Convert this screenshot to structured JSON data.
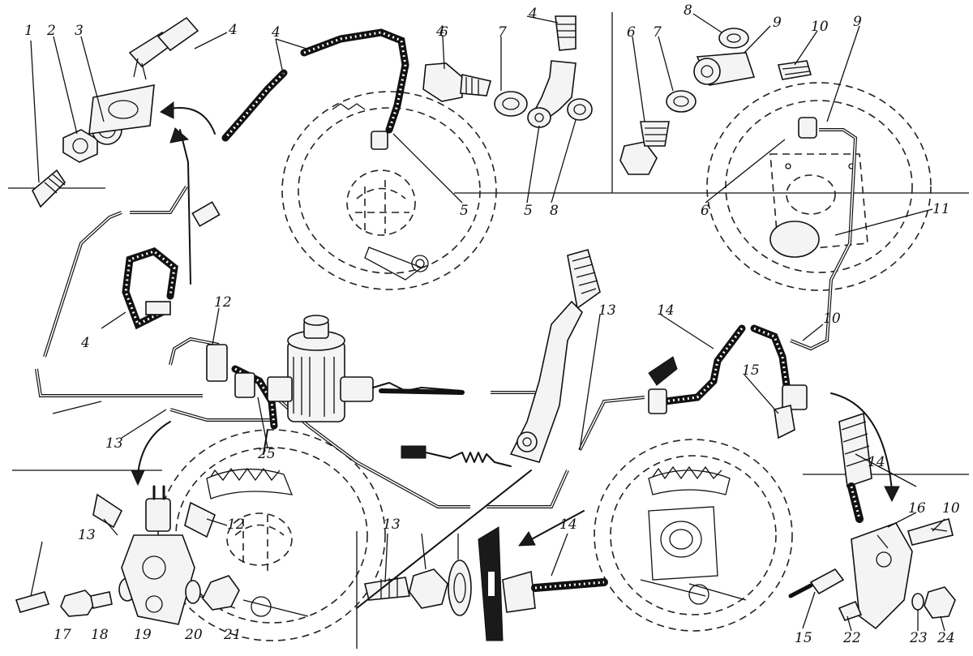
{
  "diagram": {
    "callouts": [
      "1",
      "2",
      "3",
      "4",
      "4",
      "4",
      "4",
      "4",
      "5",
      "5",
      "6",
      "6",
      "6",
      "7",
      "7",
      "8",
      "8",
      "9",
      "9",
      "10",
      "10",
      "10",
      "11",
      "12",
      "12",
      "13",
      "13",
      "13",
      "13",
      "14",
      "14",
      "14",
      "15",
      "15",
      "16",
      "17",
      "18",
      "19",
      "20",
      "21",
      "22",
      "23",
      "24",
      "25"
    ]
  }
}
